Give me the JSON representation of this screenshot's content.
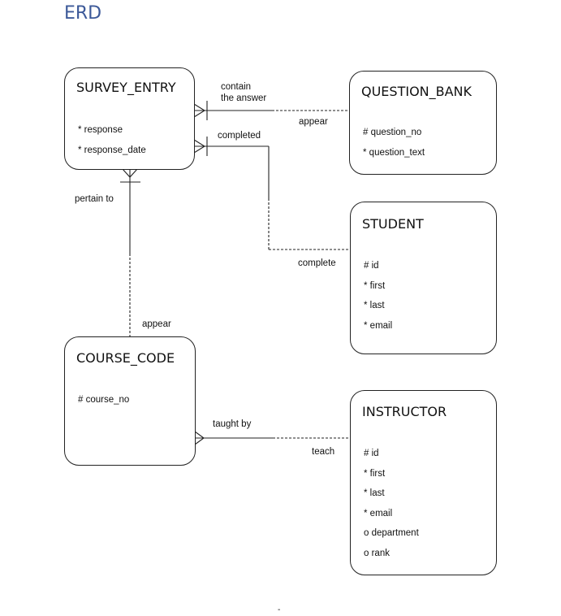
{
  "page": {
    "title": "ERD"
  },
  "entities": [
    {
      "id": "survey-entry",
      "name": "SURVEY_ENTRY",
      "attributes": [
        "* response",
        "* response_date"
      ]
    },
    {
      "id": "question-bank",
      "name": "QUESTION_BANK",
      "attributes": [
        "# question_no",
        "* question_text"
      ]
    },
    {
      "id": "student",
      "name": "STUDENT",
      "attributes": [
        "# id",
        "* first",
        "* last",
        "* email"
      ]
    },
    {
      "id": "course-code",
      "name": "COURSE_CODE",
      "attributes": [
        "# course_no"
      ]
    },
    {
      "id": "instructor",
      "name": "INSTRUCTOR",
      "attributes": [
        "# id",
        "* first",
        "* last",
        "* email",
        "o department",
        "o rank"
      ]
    }
  ],
  "relationships": {
    "survey_question": {
      "near_label": "contain\nthe answer",
      "far_label": "appear"
    },
    "survey_student": {
      "near_label": "completed",
      "far_label": "complete"
    },
    "survey_course": {
      "near_label": "pertain to",
      "far_label": "appear"
    },
    "course_instructor": {
      "near_label": "taught by",
      "far_label": "teach"
    }
  },
  "footer_mark": "-"
}
